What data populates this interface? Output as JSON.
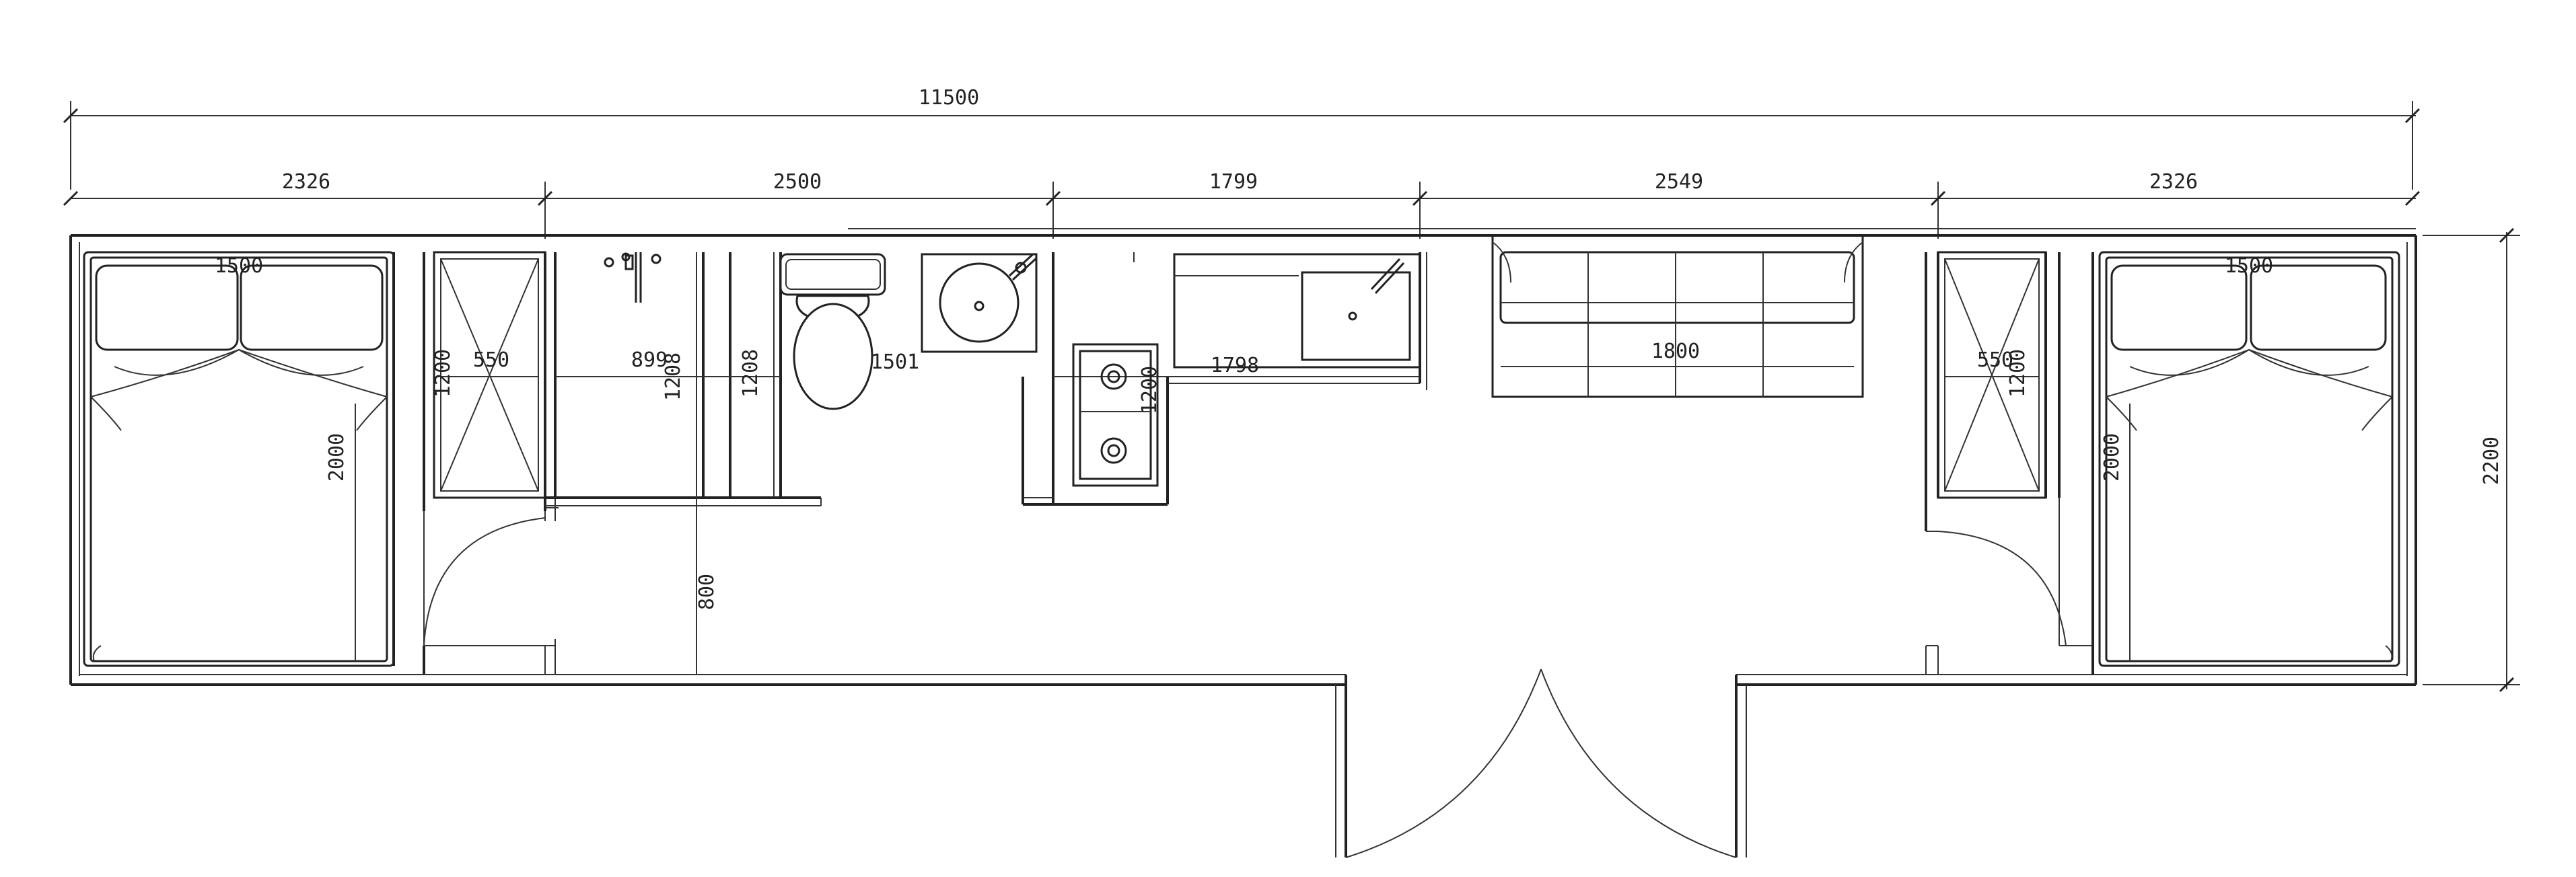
{
  "dimensions": {
    "overall_width": "11500",
    "seg_1": "2326",
    "seg_2": "2500",
    "seg_3": "1799",
    "seg_4": "2549",
    "seg_5": "2326",
    "overall_depth": "2200"
  },
  "labels": {
    "bed_left_width": "1500",
    "bed_left_length": "2000",
    "bed_right_width": "1500",
    "bed_right_length": "2000",
    "wardrobe_left_depth": "1200",
    "wardrobe_left_width": "550",
    "shower_width": "899",
    "shower_depth": "1208",
    "wc_depth": "1208",
    "wc_width": "1501",
    "hob_depth": "1200",
    "counter_width": "1798",
    "sofa_width": "1800",
    "wardrobe_right_width": "550",
    "wardrobe_right_depth": "1200",
    "corridor_width": "800"
  }
}
